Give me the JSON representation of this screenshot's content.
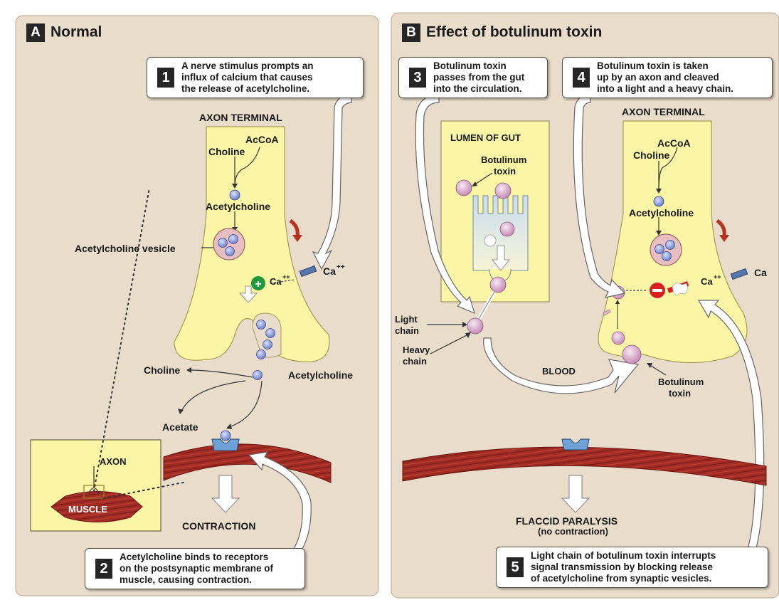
{
  "panel_a": {
    "letter": "A",
    "title": "Normal",
    "step1": {
      "number": "1",
      "text": "A nerve stimulus prompts an\ninflux of calcium that causes\nthe release of acetylcholine."
    },
    "step2": {
      "number": "2",
      "text": "Acetylcholine binds to receptors\non the postsynaptic membrane of\nmuscle, causing contraction."
    },
    "labels": {
      "axon_terminal": "AXON TERMINAL",
      "accoa": "AcCoA",
      "choline_in": "Choline",
      "acetylcholine_in": "Acetylcholine",
      "vesicle": "Acetylcholine vesicle",
      "ca_inner": "Ca",
      "ca_inner_sup": "++",
      "ca_outer": "Ca",
      "ca_outer_sup": "++",
      "plus": "+",
      "choline_out": "Choline",
      "acetylcholine_out": "Acetylcholine",
      "acetate": "Acetate",
      "contraction": "CONTRACTION",
      "inset_axon": "AXON",
      "inset_muscle": "MUSCLE"
    }
  },
  "panel_b": {
    "letter": "B",
    "title": "Effect of botulinum toxin",
    "step3": {
      "number": "3",
      "text": "Botulinum toxin\npasses from the gut\ninto the circulation."
    },
    "step4": {
      "number": "4",
      "text": "Botulinum toxin is taken\nup by an axon and cleaved\ninto a light and a heavy chain."
    },
    "step5": {
      "number": "5",
      "text": "Light chain of botulinum toxin interrupts\nsignal transmission by blocking release\nof acetylcholine from synaptic vesicles."
    },
    "labels": {
      "lumen_of_gut": "LUMEN OF GUT",
      "botulinum_toxin_gut_1": "Botulinum",
      "botulinum_toxin_gut_2": "toxin",
      "light_chain_1": "Light",
      "light_chain_2": "chain",
      "heavy_chain_1": "Heavy",
      "heavy_chain_2": "chain",
      "blood": "BLOOD",
      "axon_terminal": "AXON TERMINAL",
      "accoa": "AcCoA",
      "choline": "Choline",
      "acetylcholine": "Acetylcholine",
      "ca_inner": "Ca",
      "ca_inner_sup": "++",
      "ca_outer": "Ca",
      "botulinum_toxin_1": "Botulinum",
      "botulinum_toxin_2": "toxin",
      "flaccid_paralysis": "FLACCID PARALYSIS",
      "no_contraction": "(no contraction)"
    }
  },
  "colors": {
    "panel_bg": "#e9dccb",
    "axon_fill": "#fbf5a6",
    "muscle": "#9a2a22",
    "vesicle_dot": "#8fa0d8",
    "arrow_fill": "#ffffff",
    "plus_green": "#1f9a3c",
    "minus_red": "#d92020"
  }
}
